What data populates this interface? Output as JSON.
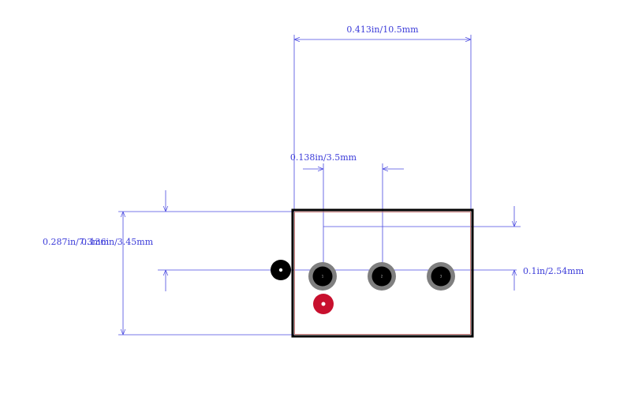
{
  "colors": {
    "dimension": "#4a4ae0",
    "outline": "#000000",
    "body_inner": "#c97a7a",
    "pad_ring": "#7f7f7f",
    "pad_hole": "#000000",
    "marker_red": "#c8102e"
  },
  "dimensions": {
    "width": "0.413in/10.5mm",
    "pin_offset": "0.138in/3.5mm",
    "height": "0.287in/7.3mm",
    "row_offset": "0.136in/3.45mm",
    "pitch": "0.1in/2.54mm"
  },
  "pads": [
    {
      "label": "1"
    },
    {
      "label": "2"
    },
    {
      "label": "3"
    }
  ]
}
